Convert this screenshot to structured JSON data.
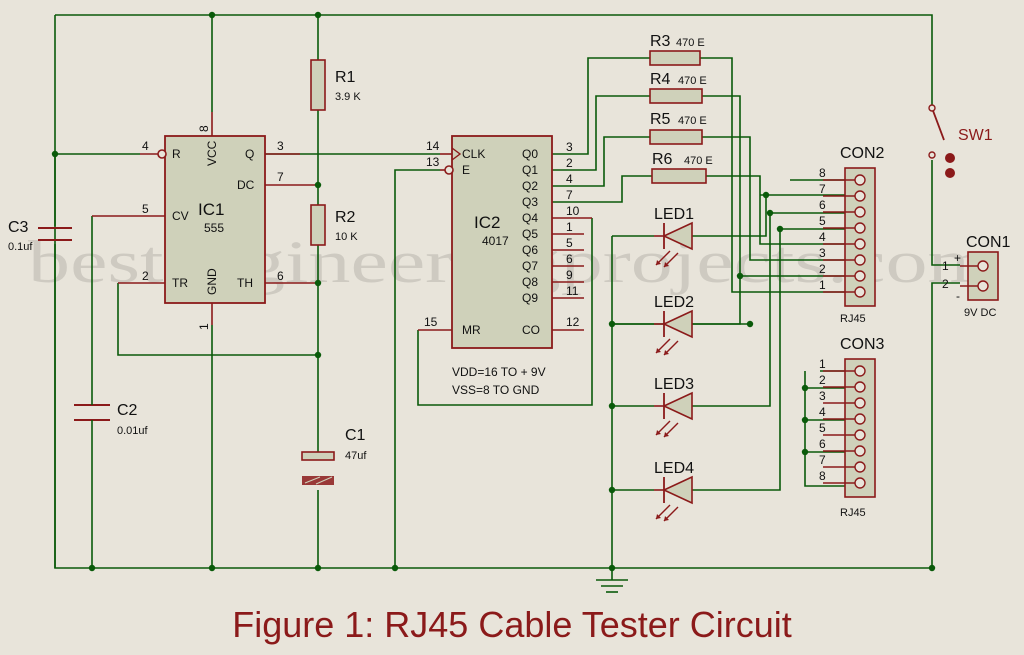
{
  "caption": "Figure 1: RJ45 Cable Tester Circuit",
  "watermark": "bestengineeringprojects.com",
  "ic1": {
    "ref": "IC1",
    "part": "555",
    "pins": {
      "reset": "R",
      "vcc": "VCC",
      "q": "Q",
      "dc": "DC",
      "cv": "CV",
      "tr": "TR",
      "gnd": "GND",
      "th": "TH"
    },
    "pin_numbers": {
      "reset": "4",
      "vcc": "8",
      "q": "3",
      "dc": "7",
      "cv": "5",
      "tr": "2",
      "th": "6",
      "gnd": "1"
    }
  },
  "ic2": {
    "ref": "IC2",
    "part": "4017",
    "pins": {
      "clk": "CLK",
      "e": "E",
      "mr": "MR",
      "co": "CO",
      "outputs": [
        "Q0",
        "Q1",
        "Q2",
        "Q3",
        "Q4",
        "Q5",
        "Q6",
        "Q7",
        "Q8",
        "Q9"
      ]
    },
    "pin_numbers": {
      "clk": "14",
      "e": "13",
      "mr": "15",
      "co": "12",
      "outputs": [
        "3",
        "2",
        "4",
        "7",
        "10",
        "1",
        "5",
        "6",
        "9",
        "11"
      ]
    },
    "note_vdd": "VDD=16 TO + 9V",
    "note_vss": "VSS=8 TO GND"
  },
  "r1": {
    "ref": "R1",
    "value": "3.9 K"
  },
  "r2": {
    "ref": "R2",
    "value": "10 K"
  },
  "r3": {
    "ref": "R3",
    "value": "470 E"
  },
  "r4": {
    "ref": "R4",
    "value": "470 E"
  },
  "r5": {
    "ref": "R5",
    "value": "470 E"
  },
  "r6": {
    "ref": "R6",
    "value": "470 E"
  },
  "c1": {
    "ref": "C1",
    "value": "47uf"
  },
  "c2": {
    "ref": "C2",
    "value": "0.01uf"
  },
  "c3": {
    "ref": "C3",
    "value": "0.1uf"
  },
  "leds": [
    "LED1",
    "LED2",
    "LED3",
    "LED4"
  ],
  "sw1": "SW1",
  "con1": {
    "ref": "CON1",
    "pins": [
      "1",
      "2"
    ],
    "plus": "+",
    "minus": "-",
    "label": "9V DC"
  },
  "con2": {
    "ref": "CON2",
    "pins": [
      "8",
      "7",
      "6",
      "5",
      "4",
      "3",
      "2",
      "1"
    ],
    "label": "RJ45"
  },
  "con3": {
    "ref": "CON3",
    "pins": [
      "1",
      "2",
      "3",
      "4",
      "5",
      "6",
      "7",
      "8"
    ],
    "label": "RJ45"
  }
}
